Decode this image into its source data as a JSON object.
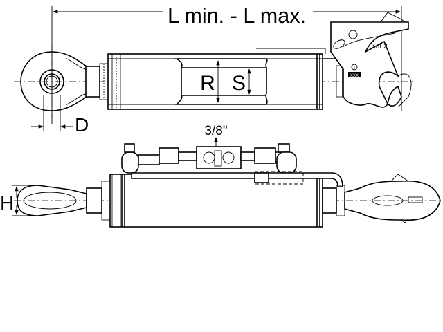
{
  "labels": {
    "length": "L min. - L max.",
    "bore": "R",
    "stroke": "S",
    "pin_diameter": "D",
    "thread": "3/8\"",
    "height": "H",
    "category": "Kat.2",
    "mark_roman": "I",
    "mark_box": "XXX"
  }
}
